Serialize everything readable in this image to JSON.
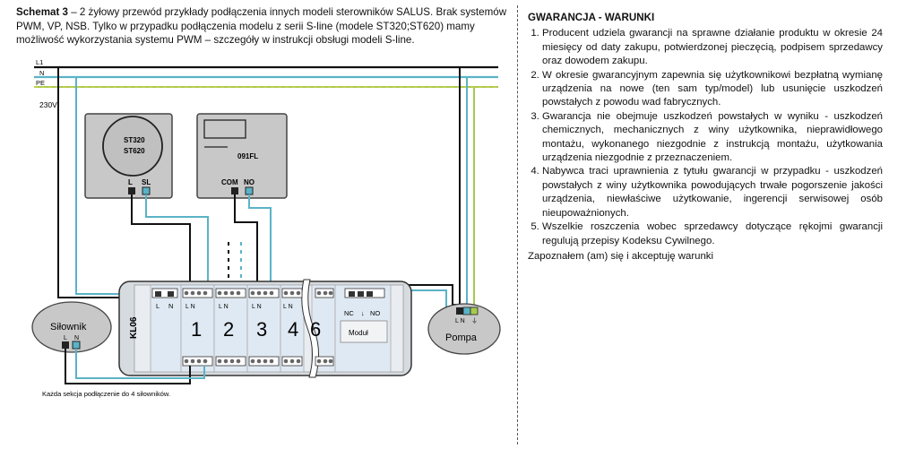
{
  "intro": {
    "bold": "Schemat 3",
    "text": " – 2 żyłowy przewód przykłady podłączenia innych modeli sterowników SALUS.  Brak systemów PWM, VP, NSB. Tylko w przypadku podłączenia modelu z serii  S-line (modele ST320;ST620) mamy możliwość wykorzystania systemu PWM – szczegóły w instrukcji obsługi modeli S-line."
  },
  "diagram": {
    "bus_l1": "L1",
    "bus_n": "N",
    "bus_pe": "PE",
    "voltage": "230V",
    "thermostat_model_1": "ST320",
    "thermostat_model_2": "ST620",
    "thermostat_l": "L",
    "thermostat_sl": "SL",
    "timer_model": "091FL",
    "timer_com": "COM",
    "timer_no": "NO",
    "power_l": "L",
    "power_n": "N",
    "zone_terms": "L N",
    "zone_1": "1",
    "zone_2": "2",
    "zone_3": "3",
    "zone_4": "4",
    "zone_6": "6",
    "kl_label": "KL06",
    "modul_terms_nc": "NC",
    "modul_terms_no": "NO",
    "modul_label": "Moduł",
    "actuator_label": "Siłownik",
    "actuator_l": "L",
    "actuator_n": "N",
    "pump_label": "Pompa",
    "pump_terms": "L N",
    "footnote": "Każda sekcja podłączenie do 4 siłowników."
  },
  "warranty": {
    "title": "GWARANCJA - WARUNKI",
    "items": [
      "Producent udziela gwarancji na sprawne działanie produktu w okresie 24 miesięcy od daty zakupu, potwierdzonej pieczęcią, podpisem sprzedawcy oraz dowodem zakupu.",
      "W okresie gwarancyjnym zapewnia się użytkownikowi bezpłatną wymianę urządzenia na nowe (ten sam typ/model) lub usunięcie uszkodzeń powstałych z powodu wad fabrycznych.",
      "Gwarancja nie obejmuje uszkodzeń powstałych w wyniku - uszkodzeń chemicznych, mechanicznych z winy użytkownika, nieprawidłowego montażu, wykonanego niezgodnie z instrukcją montażu, użytkowania urządzenia niezgodnie z przeznaczeniem.",
      " Nabywca traci uprawnienia z tytułu gwarancji w przypadku - uszkodzeń powstałych z winy użytkownika powodujących trwałe pogorszenie jakości urządzenia, niewłaściwe użytkowanie, ingerencji serwisowej osób nieupoważnionych.",
      "Wszelkie roszczenia wobec sprzedawcy dotyczące rękojmi gwarancji regulują przepisy Kodeksu Cywilnego."
    ],
    "acceptance": "Zapoznałem (am) się i akceptuję warunki"
  }
}
